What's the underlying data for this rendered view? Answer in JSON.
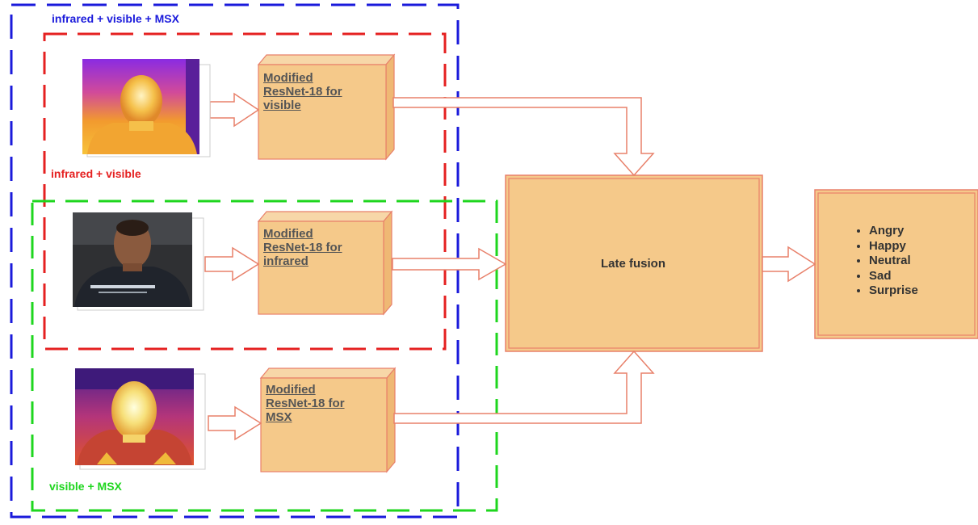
{
  "groups": {
    "all": {
      "label": "infrared + visible + MSX",
      "color": "#1a1adb"
    },
    "infrared_visible": {
      "label": "infrared + visible",
      "color": "#e52020"
    },
    "visible_msx": {
      "label": "visible + MSX",
      "color": "#1ed61e"
    }
  },
  "models": [
    {
      "line1": "Modified",
      "line2": "ResNet-18 for",
      "line3": "visible"
    },
    {
      "line1": "Modified",
      "line2": "ResNet-18 for",
      "line3": "infrared"
    },
    {
      "line1": "Modified",
      "line2": "ResNet-18 for",
      "line3": "MSX"
    }
  ],
  "fusion": {
    "label": "Late fusion"
  },
  "emotions": [
    "Angry",
    "Happy",
    "Neutral",
    "Sad",
    "Surprise"
  ],
  "colors": {
    "box_fill": "#f5c98a",
    "box_stroke": "#e8806a",
    "arrow_stroke": "#e8806a"
  }
}
